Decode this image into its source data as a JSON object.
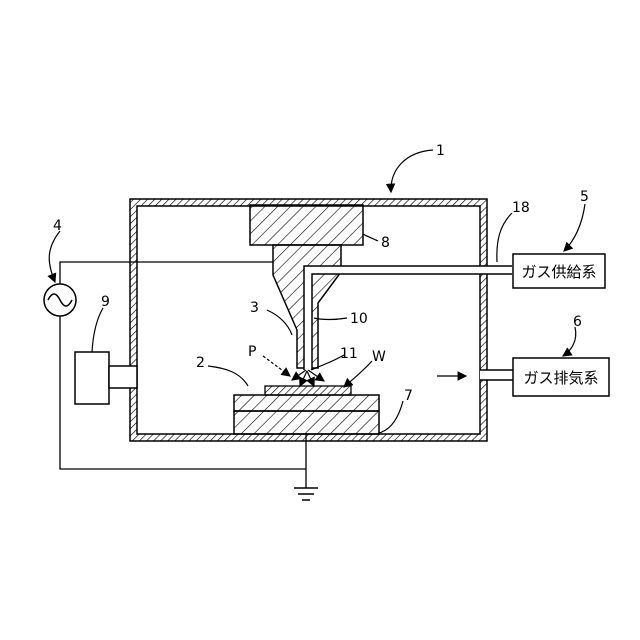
{
  "labels": {
    "chamber": "1",
    "stage_label": "2",
    "nozzle": "3",
    "power_source": "4",
    "gas_supply_ref": "5",
    "gas_exhaust_ref": "6",
    "stage": "7",
    "holder": "8",
    "unit9": "9",
    "gas_channel": "10",
    "tip": "11",
    "pipe": "18",
    "plasma": "P",
    "workpiece": "W"
  },
  "boxes": {
    "gas_supply": "ガス供給系",
    "gas_exhaust": "ガス排気系"
  }
}
